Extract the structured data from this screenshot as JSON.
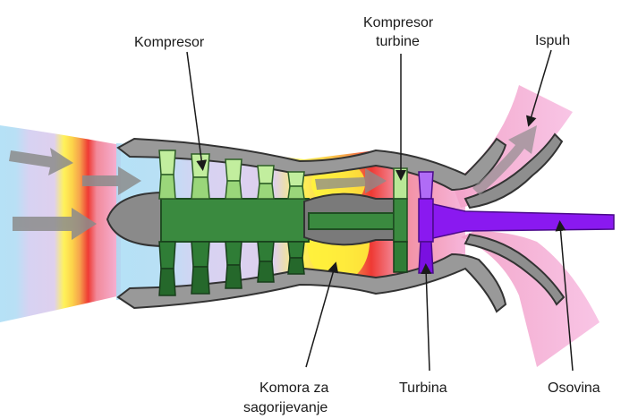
{
  "labels": {
    "compressor": "Kompresor",
    "turbine_compressor_line1": "Kompresor",
    "turbine_compressor_line2": "turbine",
    "exhaust": "Ispuh",
    "combustion_line1": "Komora za",
    "combustion_line2": "sagorijevanje",
    "turbine": "Turbina",
    "shaft": "Osovina"
  },
  "colors": {
    "intake_air": "#a9dcf4",
    "compressor_zone": "#ddd0f2",
    "combustion_yellow": "#fff23a",
    "combustion_orange": "#f7a24a",
    "hot_red": "#ee2a2a",
    "exhaust_pink": "#f6a8d8",
    "compressor_blade_light": "#b9e896",
    "compressor_blade_dark": "#2e7a35",
    "turbine_purple": "#8a19f0",
    "casing": "#777777",
    "arrow": "#8c8c8c"
  }
}
